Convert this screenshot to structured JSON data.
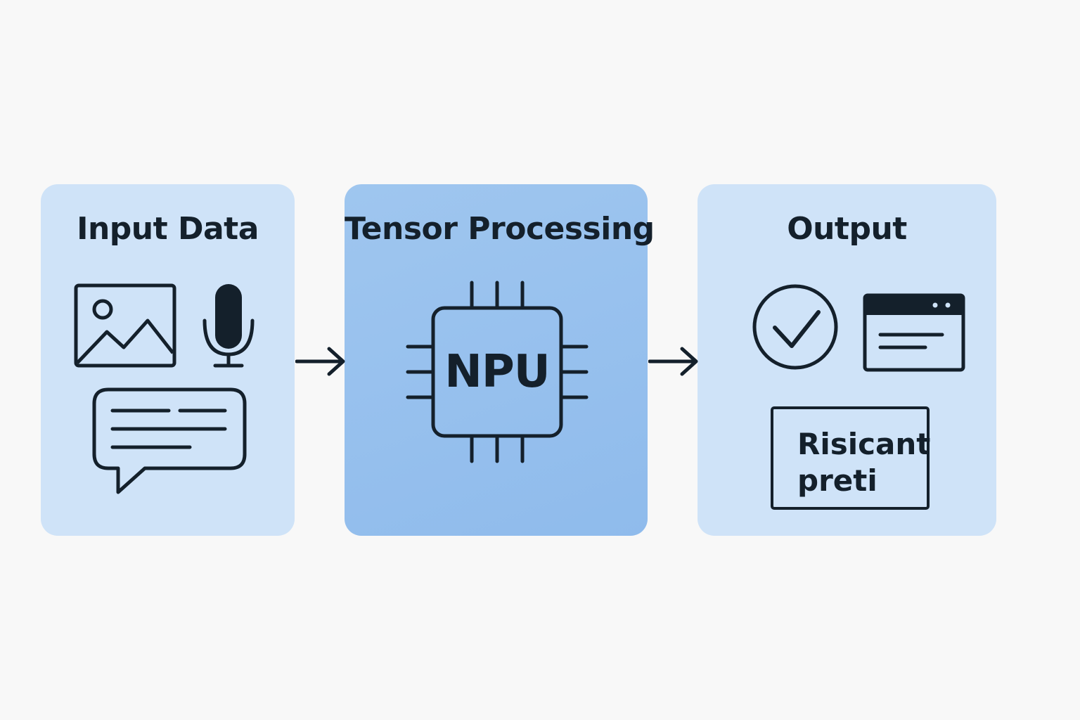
{
  "diagram": {
    "stages": [
      {
        "title": "Input Data"
      },
      {
        "title": "Tensor Processing",
        "chip_label": "NPU"
      },
      {
        "title": "Output",
        "result_lines": [
          "Risicant",
          "preti"
        ]
      }
    ],
    "icons": {
      "input": [
        "image-icon",
        "microphone-icon",
        "chat-bubble-icon"
      ],
      "processing": [
        "chip-icon"
      ],
      "output": [
        "checkmark-circle-icon",
        "browser-window-icon"
      ]
    },
    "colors": {
      "panel_light": "#cfe3f8",
      "panel_accent": "#94bfed",
      "stroke": "#14202b",
      "background": "#f8f8f8"
    }
  }
}
